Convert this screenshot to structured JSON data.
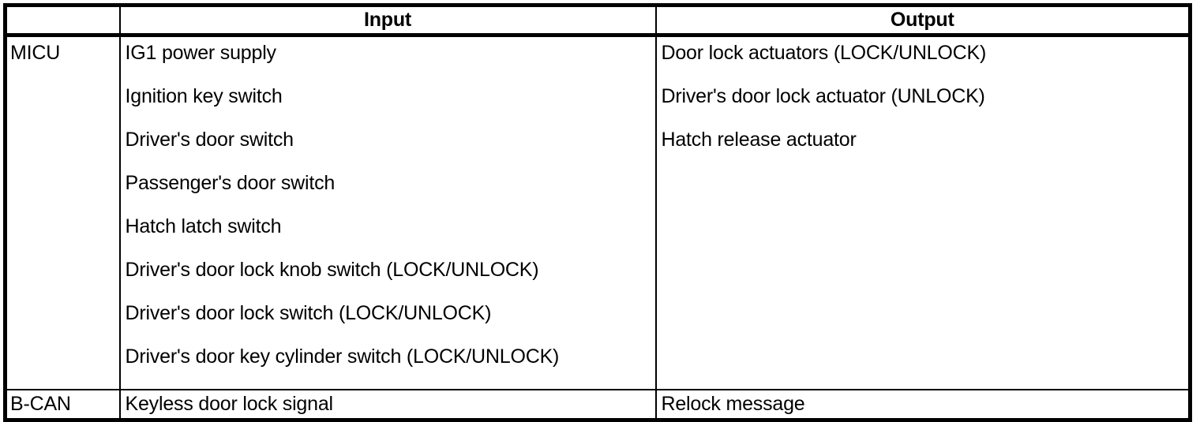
{
  "table": {
    "columns": [
      {
        "key": "system",
        "label": ""
      },
      {
        "key": "input",
        "label": "Input"
      },
      {
        "key": "output",
        "label": "Output"
      }
    ],
    "header": {
      "system_label": "",
      "input_label": "Input",
      "output_label": "Output"
    },
    "rows": [
      {
        "system": "MICU",
        "input": [
          "IG1 power supply",
          "Ignition key switch",
          "Driver's door switch",
          "Passenger's door switch",
          "Hatch latch switch",
          "Driver's door lock knob switch (LOCK/UNLOCK)",
          "Driver's door lock switch (LOCK/UNLOCK)",
          "Driver's door key cylinder switch (LOCK/UNLOCK)"
        ],
        "output": [
          "Door lock actuators (LOCK/UNLOCK)",
          "Driver's door lock actuator (UNLOCK)",
          "Hatch release actuator"
        ]
      },
      {
        "system": "B-CAN",
        "input": [
          "Keyless door lock signal"
        ],
        "output": [
          "Relock message"
        ]
      }
    ]
  },
  "style": {
    "text_color": "#000000",
    "background_color": "#ffffff",
    "border_color": "#000000"
  }
}
